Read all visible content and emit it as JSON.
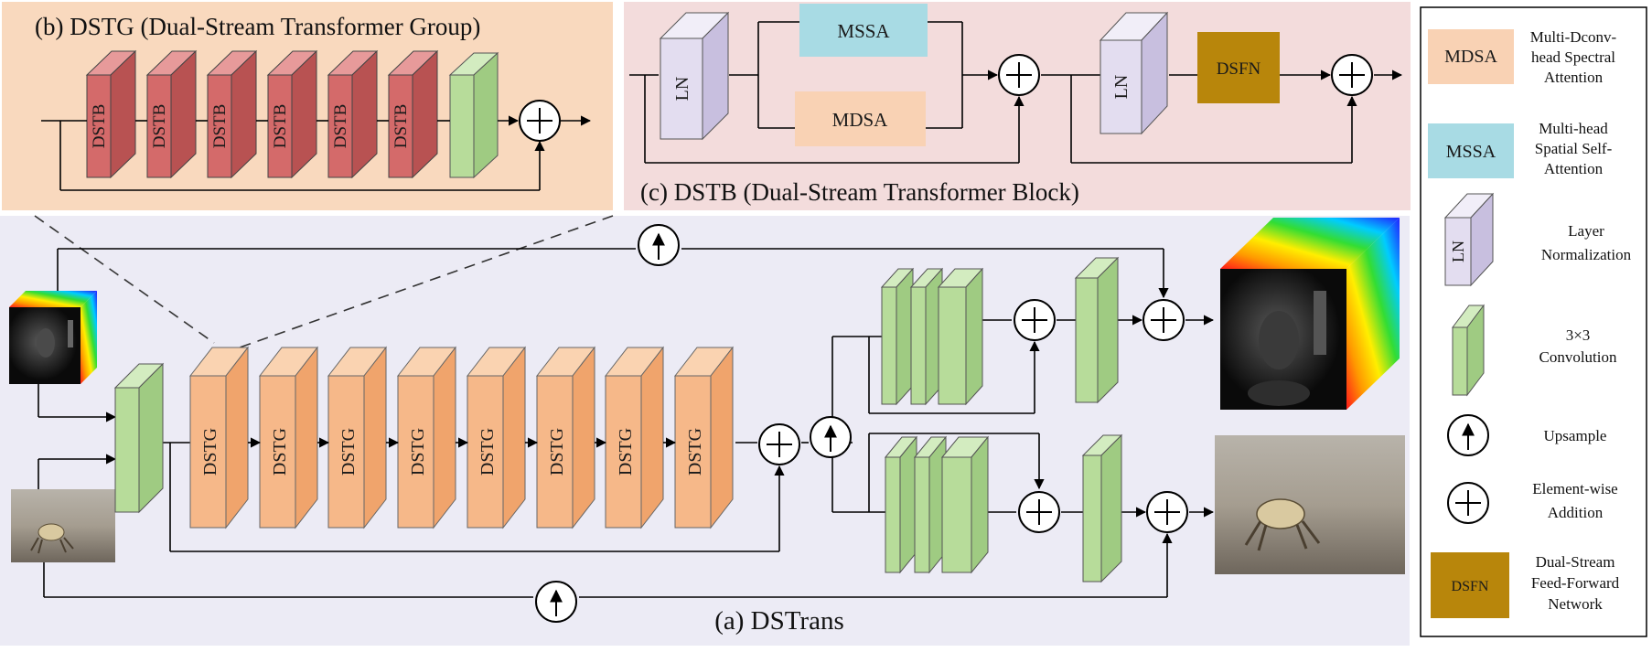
{
  "panels": {
    "a_title": "(a) DSTrans",
    "b_title": "(b) DSTG (Dual-Stream Transformer Group)",
    "c_title": "(c) DSTB (Dual-Stream Transformer Block)"
  },
  "blocks": {
    "dstb": "DSTB",
    "dstg": "DSTG",
    "ln": "LN",
    "mssa": "MSSA",
    "mdsa": "MDSA",
    "dsfn": "DSFN"
  },
  "legend": {
    "items": [
      {
        "symbol": "MDSA",
        "lines": [
          "Multi-Dconv-",
          "head Spectral",
          "Attention"
        ]
      },
      {
        "symbol": "MSSA",
        "lines": [
          "Multi-head",
          "Spatial Self-",
          "Attention"
        ]
      },
      {
        "symbol": "LN",
        "lines": [
          "Layer",
          "Normalization"
        ]
      },
      {
        "symbol": "",
        "lines": [
          "3×3",
          "Convolution"
        ]
      },
      {
        "symbol": "",
        "lines": [
          "Upsample"
        ]
      },
      {
        "symbol": "",
        "lines": [
          "Element-wise",
          "Addition"
        ]
      },
      {
        "symbol": "DSFN",
        "lines": [
          "Dual-Stream",
          "Feed-Forward",
          "Network"
        ]
      }
    ]
  },
  "colors": {
    "panel_a_bg": "#ecebf5",
    "panel_b_bg": "#f9d9be",
    "panel_c_bg": "#f3dcdc",
    "dstb_red": "#d46a6a",
    "dstg_orange": "#f6b889",
    "conv_green": "#b7dc9a",
    "ln_lavender": "#e3ddf0",
    "mssa_blue": "#a8dbe4",
    "mdsa_peach": "#f9d2b4",
    "dsfn_gold": "#b8860b"
  }
}
